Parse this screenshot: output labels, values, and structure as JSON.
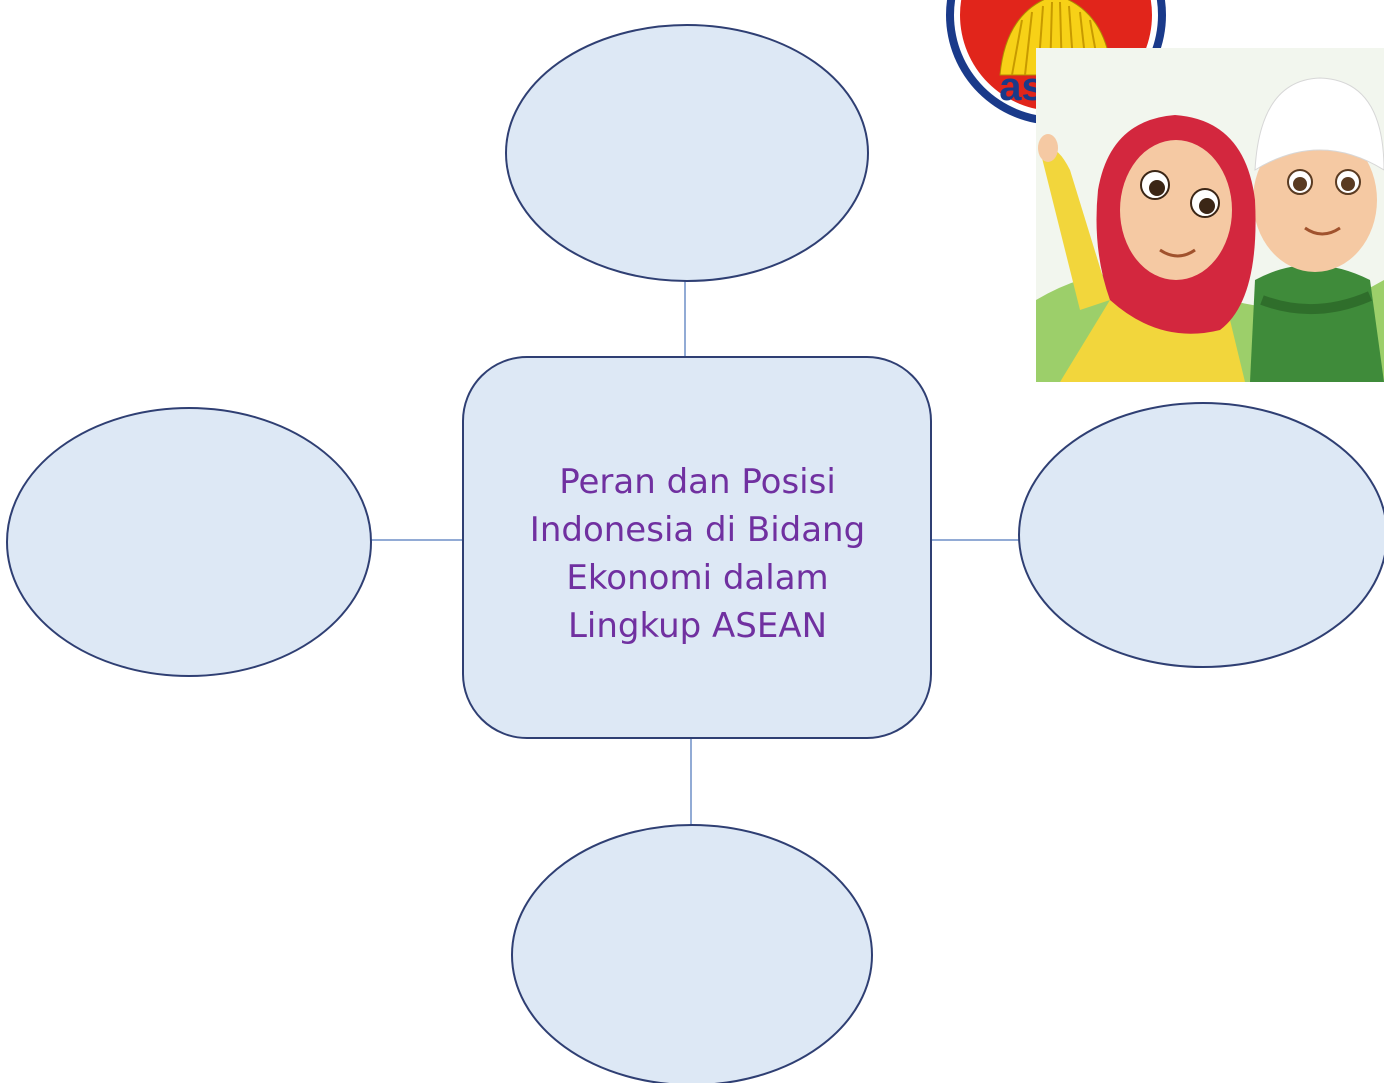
{
  "diagram": {
    "title_lines": [
      "Peran dan Posisi",
      "Indonesia di Bidang",
      "Ekonomi dalam",
      "Lingkup ASEAN"
    ],
    "branch_nodes": [
      {
        "position": "top",
        "text": ""
      },
      {
        "position": "left",
        "text": ""
      },
      {
        "position": "right",
        "text": ""
      },
      {
        "position": "bottom",
        "text": ""
      }
    ]
  },
  "logo": {
    "text": "asean"
  },
  "colors": {
    "node_fill": "#dde8f5",
    "node_stroke": "#2f3f73",
    "connector": "#6e8fc7",
    "title_text": "#7030a0",
    "logo_red": "#e1251b",
    "logo_blue": "#1a3a8a",
    "logo_yellow": "#f7d117"
  }
}
